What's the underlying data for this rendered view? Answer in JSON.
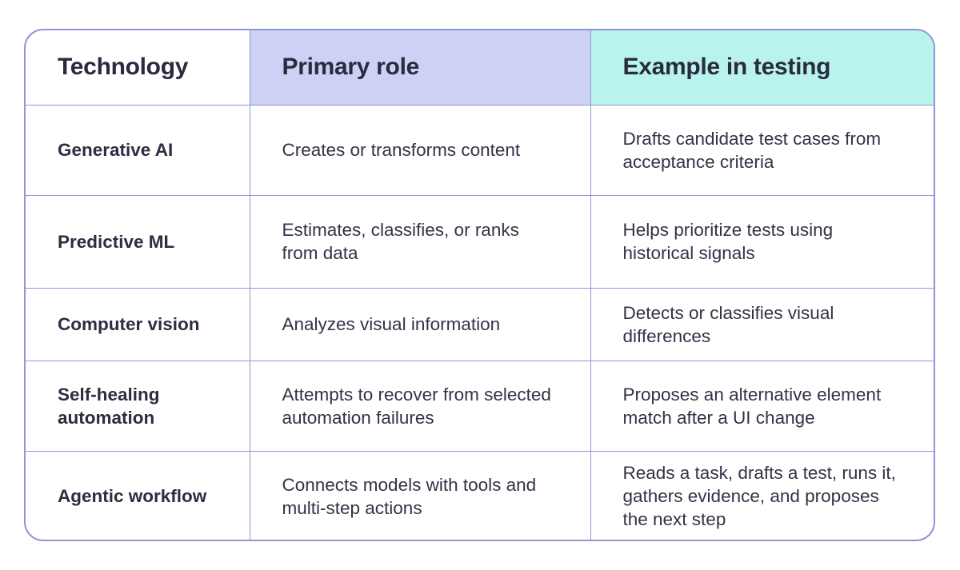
{
  "table": {
    "headers": {
      "technology": "Technology",
      "role": "Primary role",
      "example": "Example in testing"
    },
    "rows": [
      {
        "technology": "Generative AI",
        "role": "Creates or transforms content",
        "example": "Drafts candidate test cases from acceptance criteria"
      },
      {
        "technology": "Predictive ML",
        "role": "Estimates, classifies, or ranks from data",
        "example": "Helps prioritize tests using historical signals"
      },
      {
        "technology": "Computer vision",
        "role": "Analyzes visual information",
        "example": "Detects or classifies visual differences"
      },
      {
        "technology": "Self-healing automation",
        "role": "Attempts to recover from selected automation failures",
        "example": "Proposes an alternative element match after a UI change"
      },
      {
        "technology": "Agentic workflow",
        "role": "Connects models with tools and multi-step actions",
        "example": "Reads a task, drafts a test, runs it, gathers evidence, and proposes the next step"
      }
    ]
  },
  "colors": {
    "border": "#8f95d8",
    "role_header_bg": "#cdd1f3",
    "example_header_bg": "#b9f4ec",
    "text": "#2b2b3d"
  }
}
